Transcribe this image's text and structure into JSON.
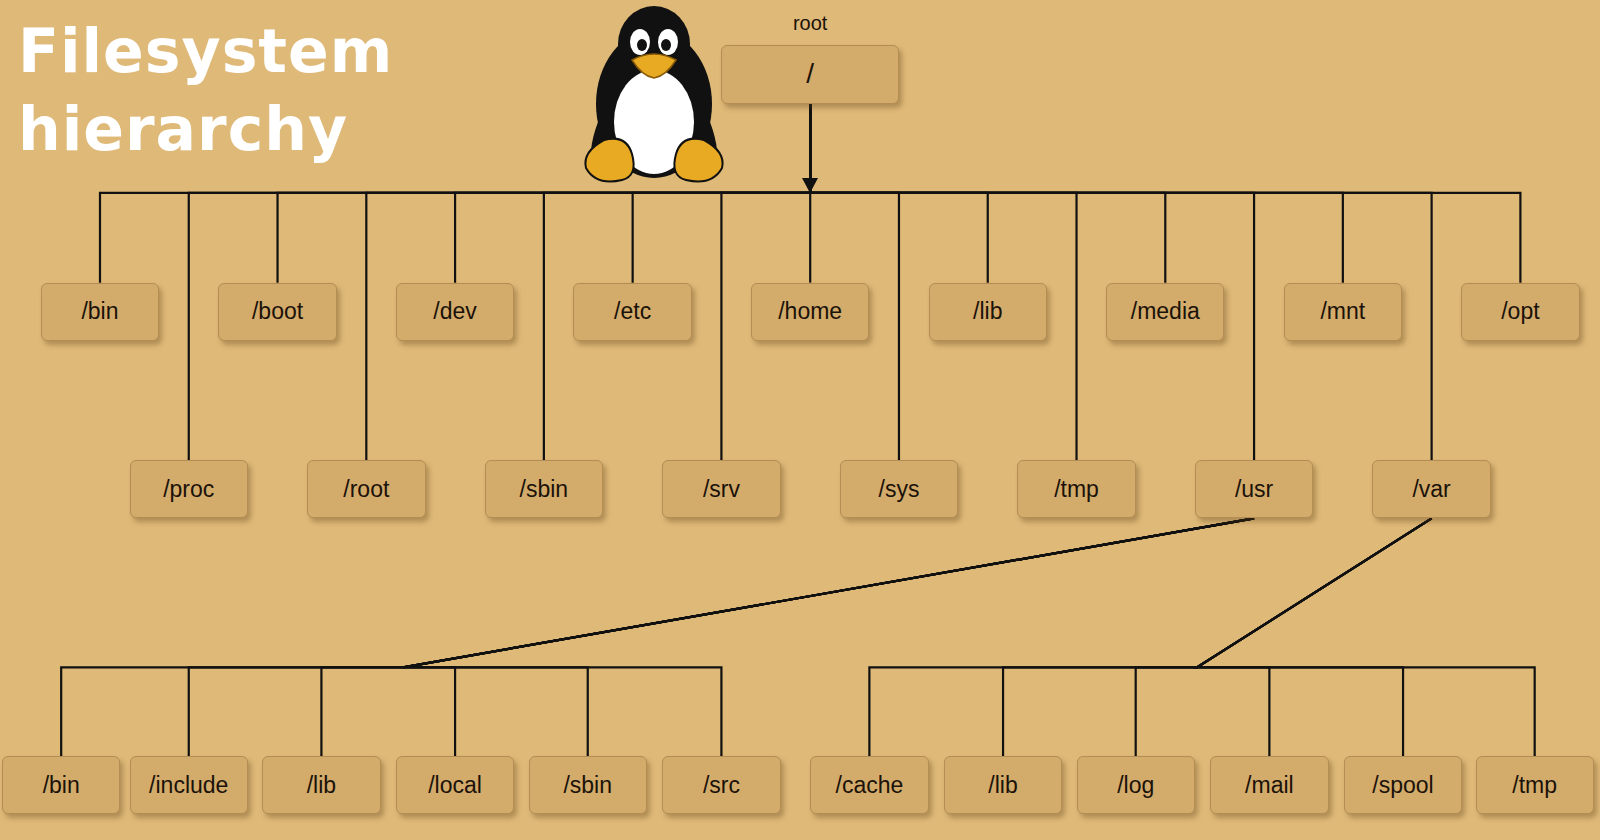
{
  "diagram": {
    "title": "Filesystem hierarchy",
    "nodes": [
      {
        "text": [
          "root",
          "/"
        ]
      },
      {
        "text": [
          "/bin"
        ]
      },
      {
        "text": [
          "/boot"
        ]
      },
      {
        "text": [
          "/dev"
        ]
      },
      {
        "text": [
          "/etc"
        ]
      },
      {
        "text": [
          "/home"
        ]
      },
      {
        "text": [
          "/lib"
        ]
      },
      {
        "text": [
          "/media"
        ]
      },
      {
        "text": [
          "/mnt"
        ]
      },
      {
        "text": [
          "/opt"
        ]
      },
      {
        "text": [
          "/proc"
        ]
      },
      {
        "text": [
          "/root"
        ]
      },
      {
        "text": [
          "/sbin"
        ]
      },
      {
        "text": [
          "/srv"
        ]
      },
      {
        "text": [
          "/sys"
        ]
      },
      {
        "text": [
          "/tmp"
        ]
      },
      {
        "text": [
          "/usr"
        ]
      },
      {
        "text": [
          "/var"
        ]
      },
      {
        "text": [
          "/bin"
        ]
      },
      {
        "text": [
          "/include"
        ]
      },
      {
        "text": [
          "/lib"
        ]
      },
      {
        "text": [
          "/local"
        ]
      },
      {
        "text": [
          "/sbin"
        ]
      },
      {
        "text": [
          "/src"
        ]
      },
      {
        "text": [
          "/cache"
        ]
      },
      {
        "text": [
          "/lib"
        ]
      },
      {
        "text": [
          "/log"
        ]
      },
      {
        "text": [
          "/mail"
        ]
      },
      {
        "text": [
          "/spool"
        ]
      },
      {
        "text": [
          "/tmp"
        ]
      }
    ],
    "edges": [
      {
        "from": 0,
        "to": 1,
        "arrow": "none"
      },
      {
        "from": 0,
        "to": 2,
        "arrow": "none"
      },
      {
        "from": 0,
        "to": 3,
        "arrow": "none"
      },
      {
        "from": 0,
        "to": 4,
        "arrow": "none"
      },
      {
        "from": 0,
        "to": 5,
        "arrow": "none"
      },
      {
        "from": 0,
        "to": 6,
        "arrow": "none"
      },
      {
        "from": 0,
        "to": 7,
        "arrow": "none"
      },
      {
        "from": 0,
        "to": 8,
        "arrow": "none"
      },
      {
        "from": 0,
        "to": 9,
        "arrow": "none"
      },
      {
        "from": 0,
        "to": 10,
        "arrow": "none"
      },
      {
        "from": 0,
        "to": 11,
        "arrow": "none"
      },
      {
        "from": 0,
        "to": 12,
        "arrow": "none"
      },
      {
        "from": 0,
        "to": 13,
        "arrow": "none"
      },
      {
        "from": 0,
        "to": 14,
        "arrow": "none"
      },
      {
        "from": 0,
        "to": 15,
        "arrow": "none"
      },
      {
        "from": 0,
        "to": 16,
        "arrow": "none"
      },
      {
        "from": 0,
        "to": 17,
        "arrow": "none"
      },
      {
        "from": 16,
        "to": 18,
        "arrow": "none"
      },
      {
        "from": 16,
        "to": 19,
        "arrow": "none"
      },
      {
        "from": 16,
        "to": 20,
        "arrow": "none"
      },
      {
        "from": 16,
        "to": 21,
        "arrow": "none"
      },
      {
        "from": 16,
        "to": 22,
        "arrow": "none"
      },
      {
        "from": 16,
        "to": 23,
        "arrow": "none"
      },
      {
        "from": 17,
        "to": 24,
        "arrow": "none"
      },
      {
        "from": 17,
        "to": 25,
        "arrow": "none"
      },
      {
        "from": 17,
        "to": 26,
        "arrow": "none"
      },
      {
        "from": 17,
        "to": 27,
        "arrow": "none"
      },
      {
        "from": 17,
        "to": 28,
        "arrow": "none"
      },
      {
        "from": 17,
        "to": 29,
        "arrow": "none"
      }
    ]
  }
}
